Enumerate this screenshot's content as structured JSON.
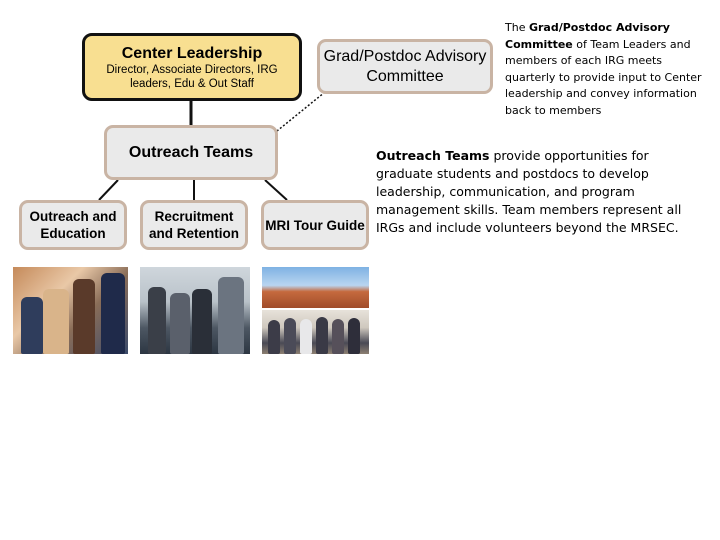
{
  "nodes": {
    "center_leadership": {
      "title": "Center Leadership",
      "subtitle": "Director, Associate Directors, IRG leaders, Edu & Out Staff"
    },
    "advisory_committee": {
      "label": "Grad/Postdoc Advisory Committee"
    },
    "outreach_teams": {
      "label": "Outreach Teams"
    },
    "teams": [
      {
        "label": "Outreach and Education"
      },
      {
        "label": "Recruitment and Retention"
      },
      {
        "label": "MRI Tour Guide"
      }
    ]
  },
  "notes": {
    "advisory": {
      "lead": "The ",
      "bold": "Grad/Postdoc Advisory Committee",
      "rest": " of Team Leaders and members of each IRG meets quarterly to provide input to Center leadership and convey information back to members"
    },
    "outreach": {
      "bold": "Outreach Teams",
      "rest": " provide opportunities for graduate students and postdocs to develop leadership, communication, and program management skills. Team members represent all IRGs and include volunteers beyond the MRSEC."
    }
  },
  "colors": {
    "leadership_fill": "#f8df91",
    "leadership_border": "#111111",
    "box_fill": "#eaeaea",
    "box_border": "#c9b4a4"
  }
}
